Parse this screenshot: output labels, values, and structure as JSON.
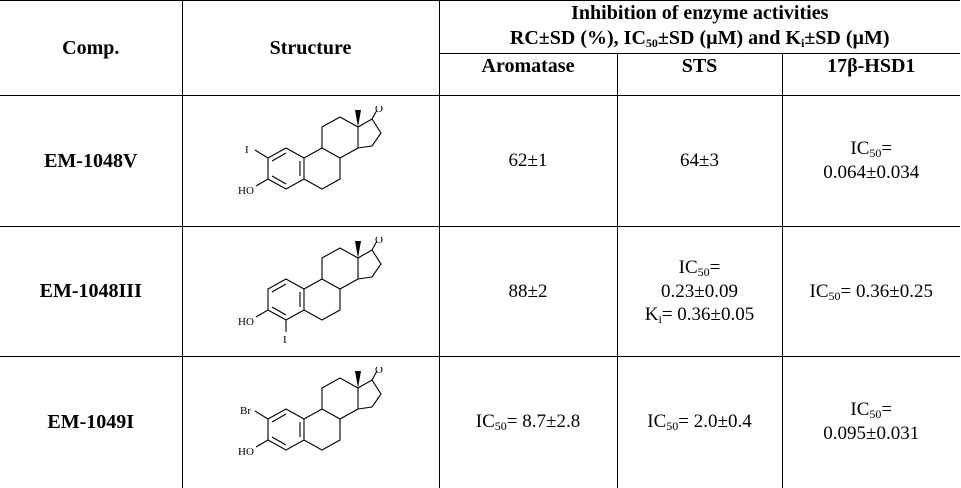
{
  "header": {
    "comp": "Comp.",
    "structure": "Structure",
    "group_line1": "Inhibition of enzyme activities",
    "group_line2_a": "RC±SD (%), IC",
    "group_line2_sub1": "50",
    "group_line2_b": "±SD (µM) and K",
    "group_line2_sub2": "i",
    "group_line2_c": "±SD (µM)",
    "col_aromatase": "Aromatase",
    "col_sts": "STS",
    "col_hsd": "17β-HSD1"
  },
  "rows": [
    {
      "comp": "EM-1048V",
      "substituent": "I",
      "oh_label": "HO",
      "oxo_label": "O",
      "aromatase": "62±1",
      "sts": "64±3",
      "hsd_prefix": "IC",
      "hsd_sub": "50",
      "hsd_eq": "=",
      "hsd_value": "0.064±0.034"
    },
    {
      "comp": "EM-1048III",
      "substituent": "I",
      "oh_label": "HO",
      "oxo_label": "O",
      "aromatase": "88±2",
      "sts_prefix": "IC",
      "sts_sub": "50",
      "sts_eq": "=",
      "sts_value": "0.23±0.09",
      "sts_ki_prefix": "K",
      "sts_ki_sub": "i",
      "sts_ki_value": "= 0.36±0.05",
      "hsd_prefix": "IC",
      "hsd_sub": "50",
      "hsd_value": "= 0.36±0.25"
    },
    {
      "comp": "EM-1049I",
      "substituent": "Br",
      "oh_label": "HO",
      "oxo_label": "O",
      "aromatase_prefix": "IC",
      "aromatase_sub": "50",
      "aromatase_value": "= 8.7±2.8",
      "sts_prefix": "IC",
      "sts_sub": "50",
      "sts_value": "= 2.0±0.4",
      "hsd_prefix": "IC",
      "hsd_sub": "50",
      "hsd_eq": "=",
      "hsd_value": "0.095±0.031"
    }
  ]
}
